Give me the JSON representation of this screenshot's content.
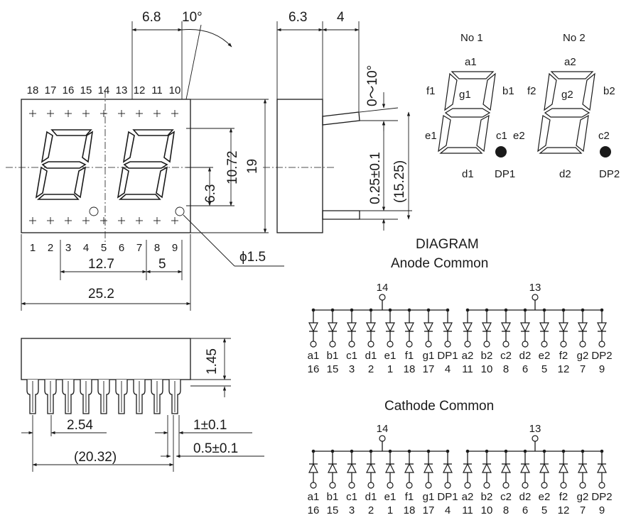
{
  "dimensions": {
    "d6_8": "6.8",
    "angle10": "10°",
    "d6_3_top": "6.3",
    "d4": "4",
    "angle0_10": "0～10°",
    "d10_72": "10.72",
    "d19": "19",
    "d6_3_side": "6.3",
    "d0_25": "0.25±0.1",
    "d15_25": "(15.25)",
    "d12_7": "12.7",
    "d5": "5",
    "d25_2": "25.2",
    "phi": "ϕ1.5",
    "d1_45": "1.45",
    "d2_54": "2.54",
    "d1pm": "1±0.1",
    "d0_5pm": "0.5±0.1",
    "d20_32": "(20.32)"
  },
  "front_view": {
    "top_pins": [
      "18",
      "17",
      "16",
      "15",
      "14",
      "13",
      "12",
      "11",
      "10"
    ],
    "bottom_pins": [
      "1",
      "2",
      "3",
      "4",
      "5",
      "6",
      "7",
      "8",
      "9"
    ]
  },
  "segment_labels": {
    "no1": "No 1",
    "no2": "No 2",
    "a1": "a1",
    "b1": "b1",
    "c1": "c1",
    "d1": "d1",
    "e1": "e1",
    "f1": "f1",
    "g1": "g1",
    "dp1": "DP1",
    "a2": "a2",
    "b2": "b2",
    "c2": "c2",
    "d2": "d2",
    "e2": "e2",
    "f2": "f2",
    "g2": "g2",
    "dp2": "DP2"
  },
  "diagram": {
    "title": "DIAGRAM",
    "anode_title": "Anode Common",
    "cathode_title": "Cathode Common",
    "common1": "14",
    "common2": "13",
    "group1_segments": [
      "a1",
      "b1",
      "c1",
      "d1",
      "e1",
      "f1",
      "g1",
      "DP1"
    ],
    "group1_pins": [
      "16",
      "15",
      "3",
      "2",
      "1",
      "18",
      "17",
      "4"
    ],
    "group2_segments": [
      "a2",
      "b2",
      "c2",
      "d2",
      "e2",
      "f2",
      "g2",
      "DP2"
    ],
    "group2_pins": [
      "11",
      "10",
      "8",
      "6",
      "5",
      "12",
      "7",
      "9"
    ]
  }
}
